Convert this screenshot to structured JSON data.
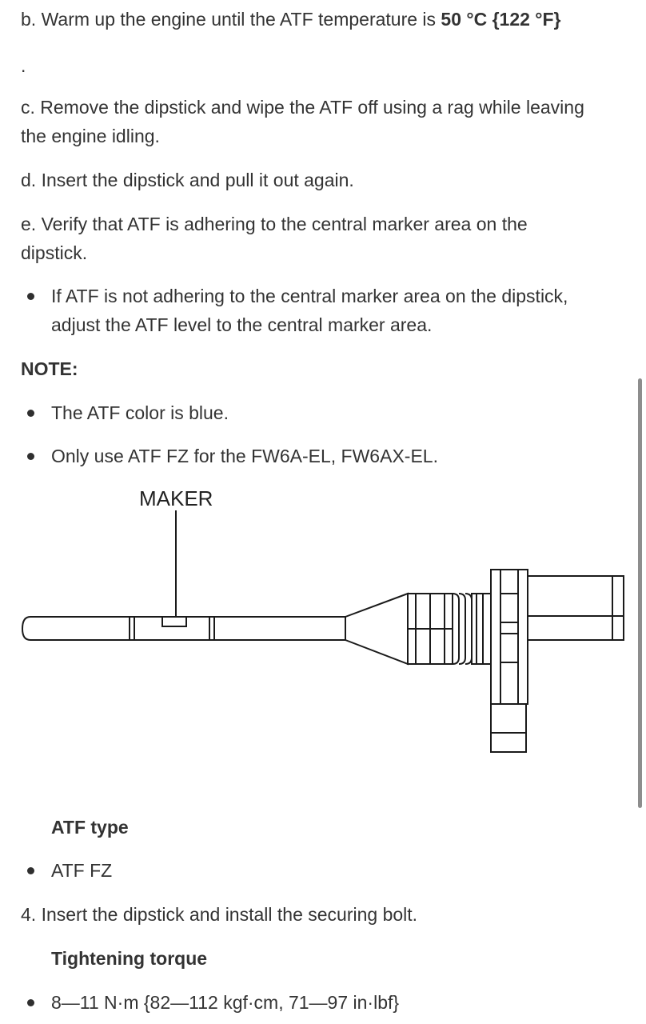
{
  "steps": {
    "b_prefix": "b. Warm up the engine until the ATF temperature is ",
    "b_bold": "50 °C {122 °F}",
    "b_cont": ".",
    "c_line1": "c. Remove the dipstick and wipe the ATF off using a rag while leaving",
    "c_line2": "the engine idling.",
    "d": "d. Insert the dipstick and pull it out again.",
    "e_line1": "e. Verify that ATF is adhering to the central marker area on the",
    "e_line2": "dipstick.",
    "e_bullet_line1": "If ATF is not adhering to the central marker area on the dipstick,",
    "e_bullet_line2": "adjust the ATF level to the central marker area."
  },
  "note": {
    "heading": "NOTE:",
    "items": [
      "The ATF color is blue.",
      "Only use ATF FZ for the FW6A-EL, FW6AX-EL."
    ]
  },
  "diagram": {
    "label": "MAKER"
  },
  "atf_type": {
    "heading": "ATF type",
    "items": [
      "ATF FZ"
    ]
  },
  "step4": {
    "text": "4. Insert the dipstick and install the securing bolt."
  },
  "torque": {
    "heading": "Tightening torque",
    "items": [
      "8—11 N·m {82—112 kgf·cm, 71—97 in·lbf}"
    ]
  },
  "colors": {
    "text": "#333333",
    "scrollbar": "#8d8d8d",
    "diagram_stroke": "#1a1a1a"
  }
}
